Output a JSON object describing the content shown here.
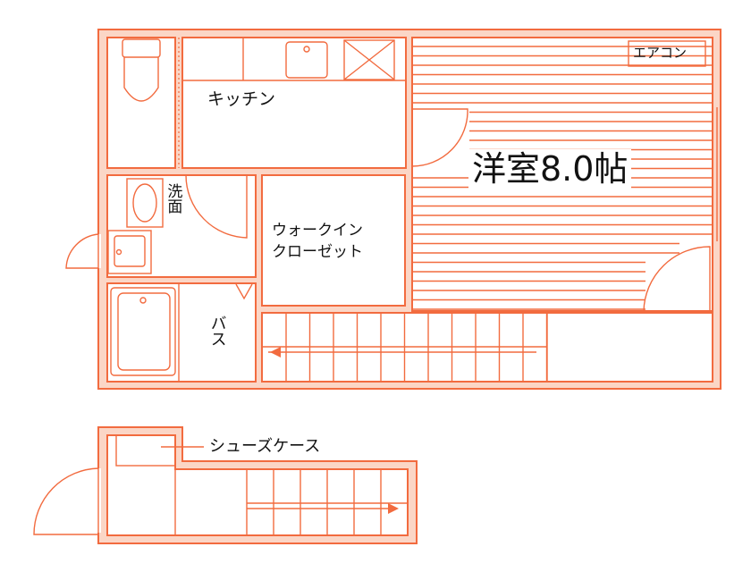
{
  "labels": {
    "kitchen": "キッチン",
    "aircon": "エアコン",
    "western_room": "洋室8.0帖",
    "washroom": "洗面",
    "walk_in_closet_line1": "ウォークイン",
    "walk_in_closet_line2": "クローゼット",
    "bath": "バス",
    "shoe_case": "シューズケース"
  },
  "colors": {
    "line": "#f26b3f",
    "wall_fill": "#fbd6c6",
    "background": "#ffffff"
  }
}
